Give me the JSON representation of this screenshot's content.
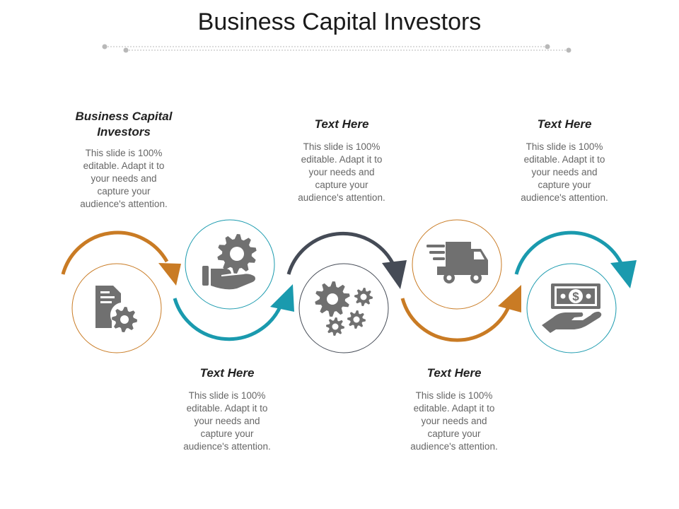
{
  "title": "Business Capital Investors",
  "colors": {
    "orange": "#C97B24",
    "teal": "#1A9AAE",
    "slate": "#454B56",
    "icon": "#707070",
    "rule": "#B8B8B8"
  },
  "steps": [
    {
      "heading": "Business Capital Investors",
      "body": "This slide is 100% editable. Adapt it to your needs and capture your audience's attention.",
      "icon": "document-gear-icon"
    },
    {
      "heading": "Text Here",
      "body": "This slide is 100% editable. Adapt it to your needs and capture your audience's attention.",
      "icon": "hand-gear-icon"
    },
    {
      "heading": "Text Here",
      "body": "This slide is 100% editable. Adapt it to your needs and capture your audience's attention.",
      "icon": "gears-icon"
    },
    {
      "heading": "Text Here",
      "body": "This slide is 100% editable. Adapt it to your needs and capture your audience's attention.",
      "icon": "delivery-truck-icon"
    },
    {
      "heading": "Text Here",
      "body": "This slide is 100% editable. Adapt it to your needs and capture your audience's attention.",
      "icon": "hand-money-icon"
    }
  ]
}
